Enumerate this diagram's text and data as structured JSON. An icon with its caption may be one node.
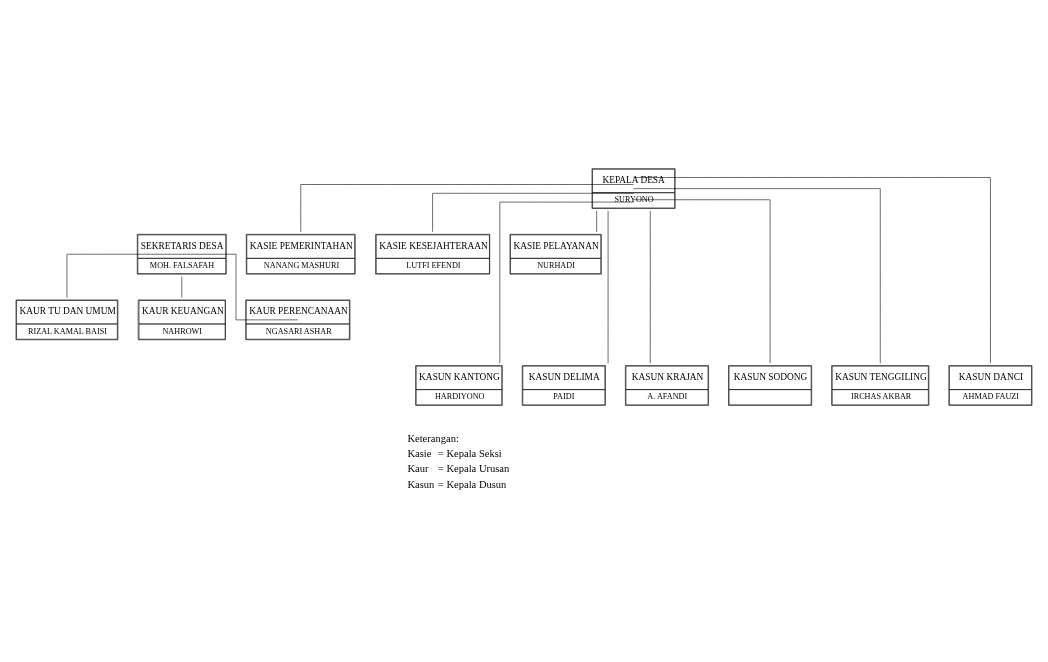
{
  "diagram": {
    "nodes": [
      {
        "text": [
          "KEPALA DESA",
          "SURYONO"
        ]
      },
      {
        "text": [
          "SEKRETARIS DESA",
          "MOH. FALSAFAH"
        ]
      },
      {
        "text": [
          "KASIE PEMERINTAHAN",
          "NANANG MASHURI"
        ]
      },
      {
        "text": [
          "KASIE KESEJAHTERAAN",
          "LUTFI EFENDI"
        ]
      },
      {
        "text": [
          "KASIE PELAYANAN",
          "NURHADI"
        ]
      },
      {
        "text": [
          "KAUR TU DAN UMUM",
          "RIZAL KAMAL BAISI"
        ]
      },
      {
        "text": [
          "KAUR KEUANGAN",
          "NAHROWI"
        ]
      },
      {
        "text": [
          "KAUR PERENCANAAN",
          "NGASARI ASHAR"
        ]
      },
      {
        "text": [
          "KASUN KANTONG",
          "HARDIYONO"
        ]
      },
      {
        "text": [
          "KASUN DELIMA",
          "PAIDI"
        ]
      },
      {
        "text": [
          "KASUN KRAJAN",
          "A. AFANDI"
        ]
      },
      {
        "text": [
          "KASUN SODONG"
        ]
      },
      {
        "text": [
          "KASUN TENGGILING",
          "IRCHAS AKBAR"
        ]
      },
      {
        "text": [
          "KASUN DANCI",
          "AHMAD FAUZI"
        ]
      }
    ],
    "edges": [
      {
        "from": 0,
        "to": 2,
        "arrow": "none"
      },
      {
        "from": 0,
        "to": 3,
        "arrow": "none"
      },
      {
        "from": 0,
        "to": 4,
        "arrow": "none"
      },
      {
        "from": 1,
        "to": 5,
        "arrow": "none"
      },
      {
        "from": 1,
        "to": 6,
        "arrow": "none"
      },
      {
        "from": 1,
        "to": 7,
        "arrow": "none"
      },
      {
        "from": 0,
        "to": 8,
        "arrow": "none"
      },
      {
        "from": 0,
        "to": 9,
        "arrow": "none"
      },
      {
        "from": 0,
        "to": 10,
        "arrow": "none"
      },
      {
        "from": 0,
        "to": 11,
        "arrow": "none"
      },
      {
        "from": 0,
        "to": 12,
        "arrow": "none"
      },
      {
        "from": 0,
        "to": 13,
        "arrow": "none"
      }
    ],
    "labels": [
      "Keterangan:",
      "Kasie",
      "= Kepala Seksi",
      "Kaur",
      "= Kepala Urusan",
      "Kasun",
      "= Kepala Dusun"
    ]
  }
}
